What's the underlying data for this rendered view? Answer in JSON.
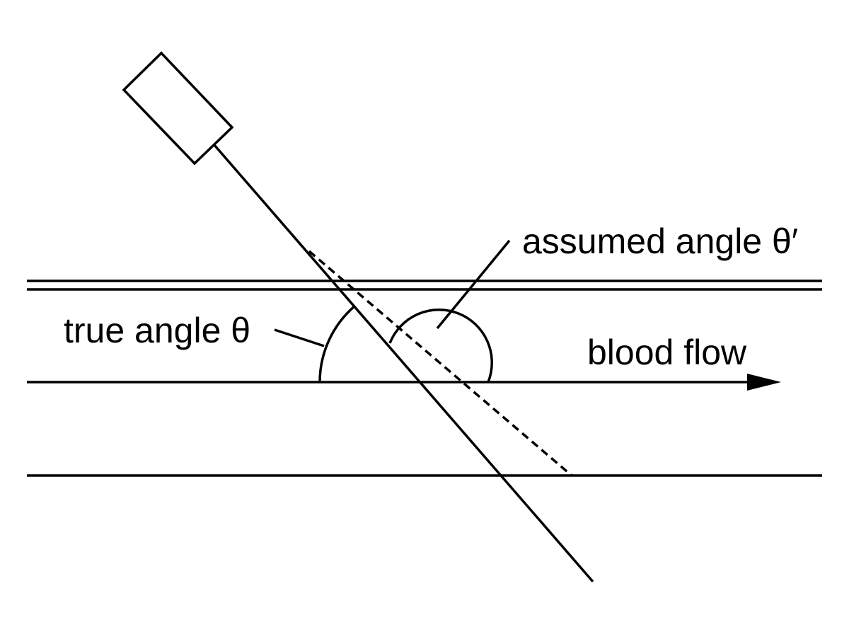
{
  "labels": {
    "assumed_angle": "assumed angle θ′",
    "true_angle": "true angle θ",
    "blood_flow": "blood flow"
  },
  "style": {
    "line_color": "#000000",
    "background": "#ffffff"
  }
}
